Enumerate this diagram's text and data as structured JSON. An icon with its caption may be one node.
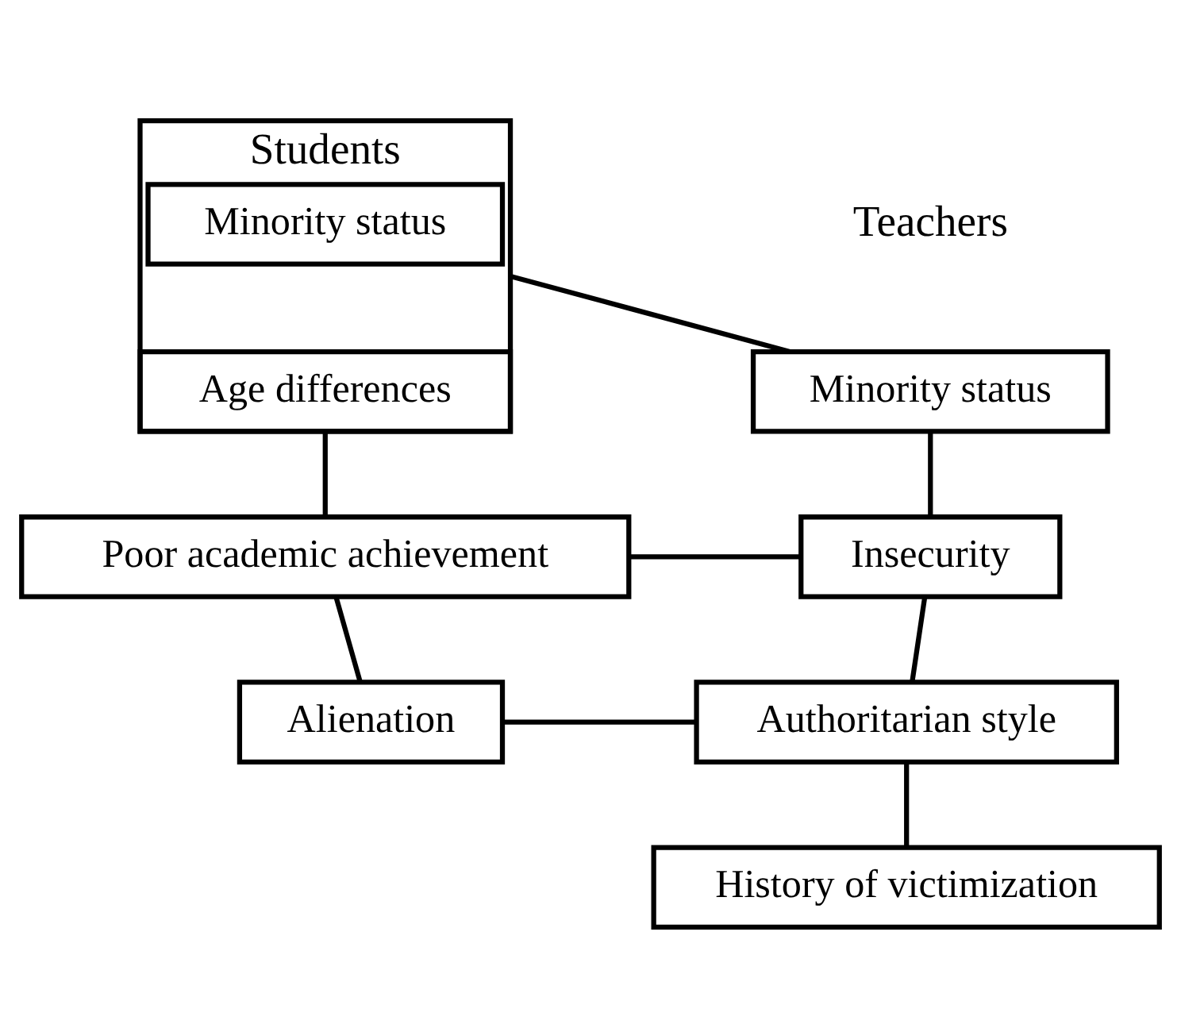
{
  "diagram": {
    "nodes": [
      {
        "text": [
          "Students"
        ]
      },
      {
        "text": [
          "Minority status"
        ],
        "in": 0
      },
      {
        "text": [
          "Age differences"
        ],
        "in": 0
      },
      {
        "text": [
          "Poor academic achievement"
        ]
      },
      {
        "text": [
          "Alienation"
        ]
      },
      {
        "text": [
          "Minority status"
        ]
      },
      {
        "text": [
          "Insecurity"
        ]
      },
      {
        "text": [
          "Authoritarian style"
        ]
      },
      {
        "text": [
          "History of victimization"
        ]
      }
    ],
    "edges": [
      {
        "from": 0,
        "to": 5,
        "arrow": "none"
      },
      {
        "from": 2,
        "to": 3,
        "arrow": "none"
      },
      {
        "from": 3,
        "to": 6,
        "arrow": "none"
      },
      {
        "from": 3,
        "to": 4,
        "arrow": "none"
      },
      {
        "from": 4,
        "to": 7,
        "arrow": "none"
      },
      {
        "from": 5,
        "to": 6,
        "arrow": "none"
      },
      {
        "from": 6,
        "to": 7,
        "arrow": "none"
      },
      {
        "from": 7,
        "to": 8,
        "arrow": "none"
      }
    ],
    "labels": [
      "Teachers"
    ]
  }
}
